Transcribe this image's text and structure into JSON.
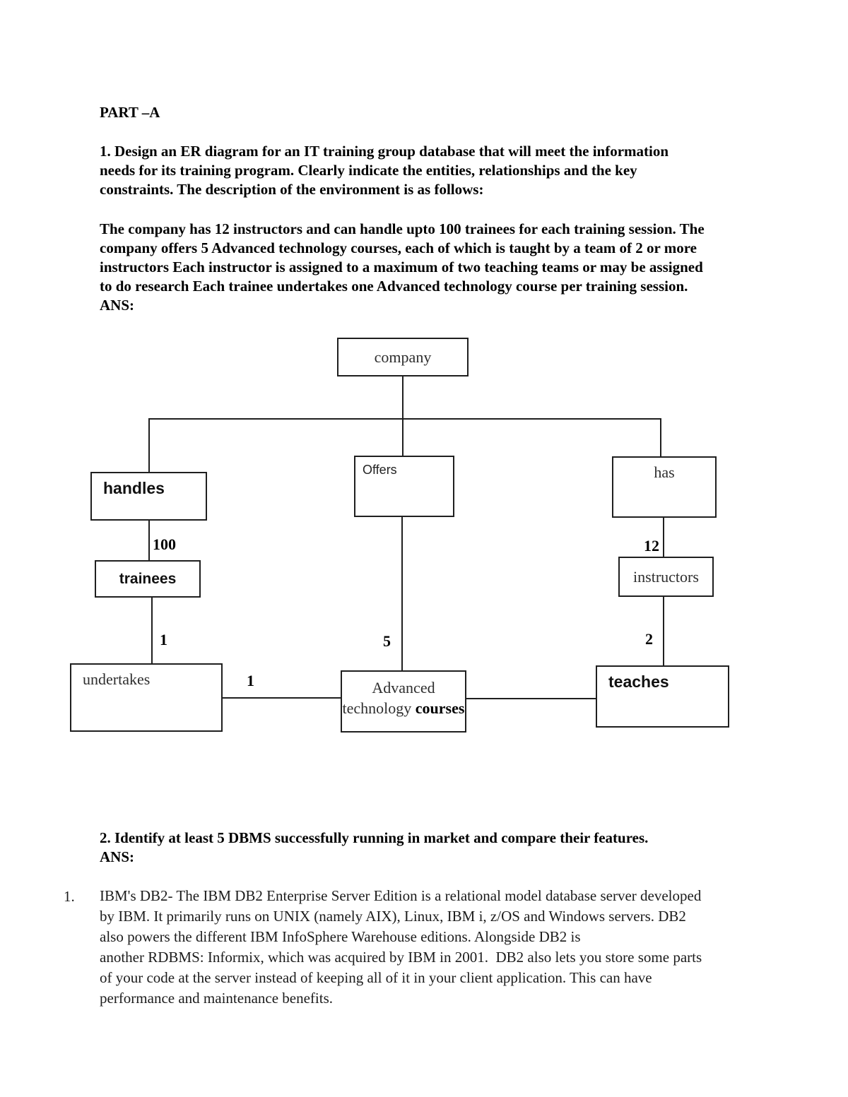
{
  "heading": "PART –A",
  "question1": {
    "lines": [
      "1. Design an ER diagram for an IT training group database that will meet the information",
      "needs for its training program. Clearly indicate the entities, relationships and the key",
      "constraints. The description of the environment is as follows:"
    ]
  },
  "description": {
    "lines": [
      "The company has 12 instructors and can handle upto 100 trainees for each training session. The",
      "company offers 5 Advanced technology courses, each of which is taught by a team of 2 or more",
      "instructors Each instructor is assigned to a maximum of two teaching teams or may be assigned",
      "to do research Each trainee undertakes one Advanced technology course per training session."
    ],
    "ans_label": "ANS:"
  },
  "diagram": {
    "entities": {
      "company": "company",
      "handles": "handles",
      "offers": "Offers",
      "has": "has",
      "trainees": "trainees",
      "instructors": "instructors",
      "undertakes": "undertakes",
      "advanced_line1": "Advanced",
      "advanced_line2_regular": "technology ",
      "advanced_line2_bold": "courses",
      "teaches": "teaches"
    },
    "cardinalities": {
      "trainees_count": "100",
      "instructors_count": "12",
      "trainee_undertakes": "1",
      "courses_count": "5",
      "teaches_teams": "2",
      "undertakes_course": "1"
    }
  },
  "question2": {
    "text": "2. Identify at least 5 DBMS successfully running in market and compare their features.",
    "ans_label": "ANS:"
  },
  "answer_list": {
    "marker": "1.",
    "lines": [
      "IBM's DB2- The IBM DB2 Enterprise Server Edition is a relational model database server developed",
      "by IBM. It primarily runs on UNIX (namely AIX), Linux, IBM i, z/OS and Windows servers. DB2",
      "also powers the different IBM InfoSphere Warehouse editions. Alongside DB2 is",
      "another RDBMS: Informix, which was acquired by IBM in 2001.  DB2 also lets you store some parts",
      "of your code at the server instead of keeping all of it in your client application. This can have",
      "performance and maintenance benefits."
    ]
  }
}
